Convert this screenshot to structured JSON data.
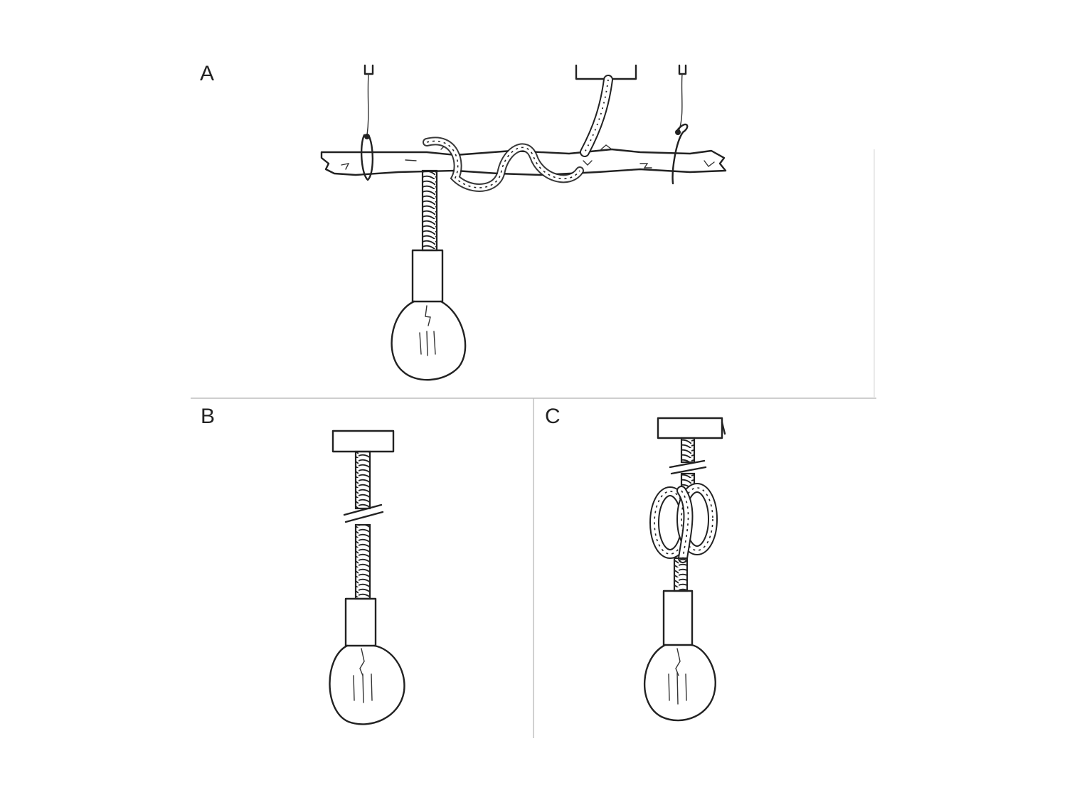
{
  "panels": [
    {
      "id": "A",
      "label": "A"
    },
    {
      "id": "B",
      "label": "B"
    },
    {
      "id": "C",
      "label": "C"
    }
  ],
  "colors": {
    "ink": "#222222",
    "divider": "#bdbdbd",
    "background": "#ffffff"
  }
}
